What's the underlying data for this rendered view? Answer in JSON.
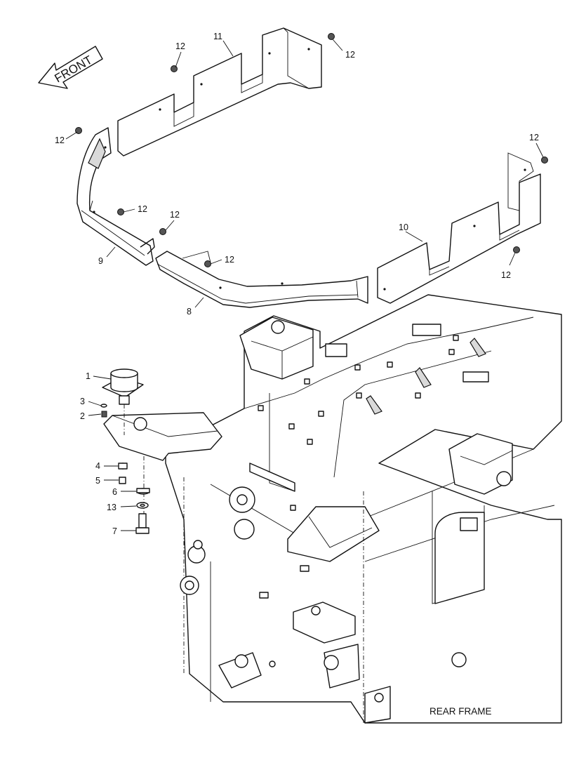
{
  "diagram": {
    "front_label": "FRONT",
    "caption": "REAR FRAME",
    "callouts": {
      "c1": "1",
      "c2": "2",
      "c3": "3",
      "c4": "4",
      "c5": "5",
      "c6": "6",
      "c7": "7",
      "c8": "8",
      "c9": "9",
      "c10": "10",
      "c11": "11",
      "c12": "12",
      "c13": "13"
    }
  }
}
